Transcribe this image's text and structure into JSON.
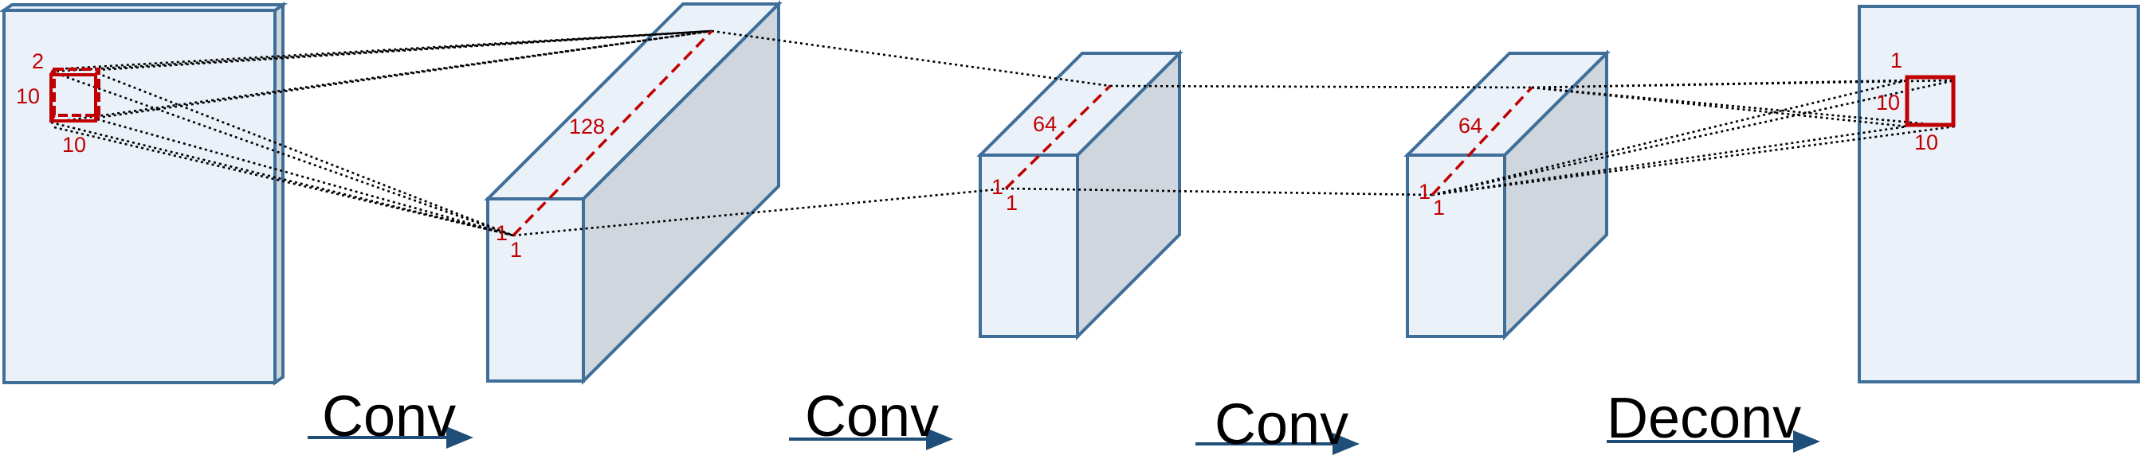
{
  "colors": {
    "face_front": "#eaf1f9",
    "face_side": "#d0d6de",
    "edge": "#3f6f99",
    "accent_red": "#c00000",
    "arrow": "#1f4e79",
    "connector": "#000000"
  },
  "input_patch": {
    "depth_label": "2",
    "height_label": "10",
    "width_label": "10"
  },
  "conv_block_1": {
    "depth_label": "128",
    "height_label": "1",
    "width_label": "1"
  },
  "conv_block_2": {
    "depth_label": "64",
    "height_label": "1",
    "width_label": "1"
  },
  "conv_block_3": {
    "depth_label": "64",
    "height_label": "1",
    "width_label": "1"
  },
  "output_patch": {
    "depth_label": "1",
    "height_label": "10",
    "width_label": "10"
  },
  "operations": [
    "Conv",
    "Conv",
    "Conv",
    "Deconv"
  ]
}
